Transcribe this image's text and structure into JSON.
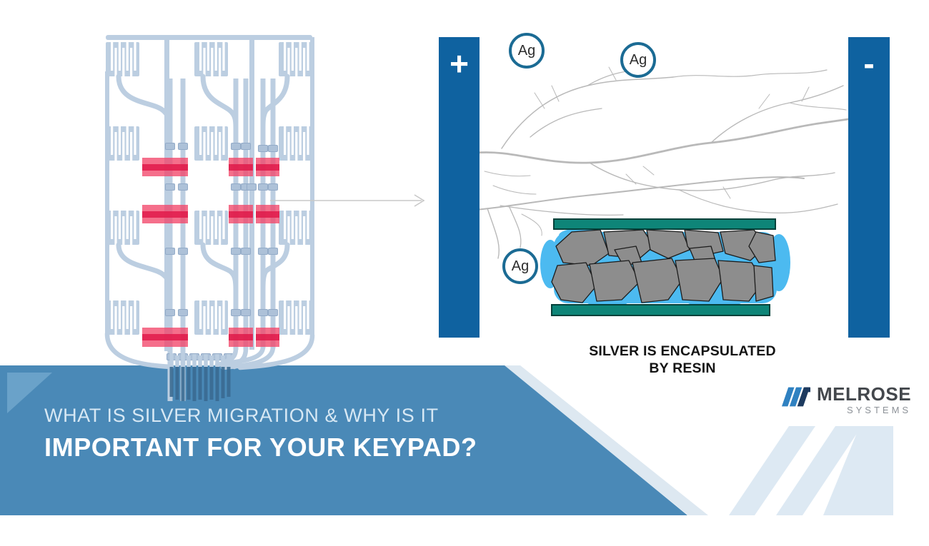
{
  "slide": {
    "headline": {
      "line1": "WHAT IS SILVER MIGRATION & WHY IS IT",
      "line2": "IMPORTANT FOR YOUR KEYPAD?"
    },
    "caption": {
      "line1": "SILVER IS ENCAPSULATED",
      "line2": "BY RESIN"
    },
    "electrodes": {
      "positive": "+",
      "negative": "-"
    },
    "ions": {
      "ion1": "Ag",
      "ion2": "Ag",
      "ion3": "Ag"
    },
    "logo": {
      "brand": "MELROSE",
      "sub": "SYSTEMS"
    },
    "colors": {
      "electrode_blue": "#0f62a0",
      "banner_blue": "#4a89b7",
      "banner_triangle_blue": "#6aa2c9",
      "banner_edge_light": "#dde8f1",
      "circuit_trace_blue": "#bccee1",
      "migration_highlight_red": "#f2476a",
      "resin_cyan": "#39b3ef",
      "plate_teal": "#0e8578",
      "rock_gray": "#8d8d8d",
      "dendrite_gray": "#b9b9b9",
      "ion_ring_blue": "#1b6b94",
      "logo_blue": "#2f81c1",
      "logo_navy": "#1d3a5f",
      "watermark_blue": "#dde9f3"
    }
  }
}
